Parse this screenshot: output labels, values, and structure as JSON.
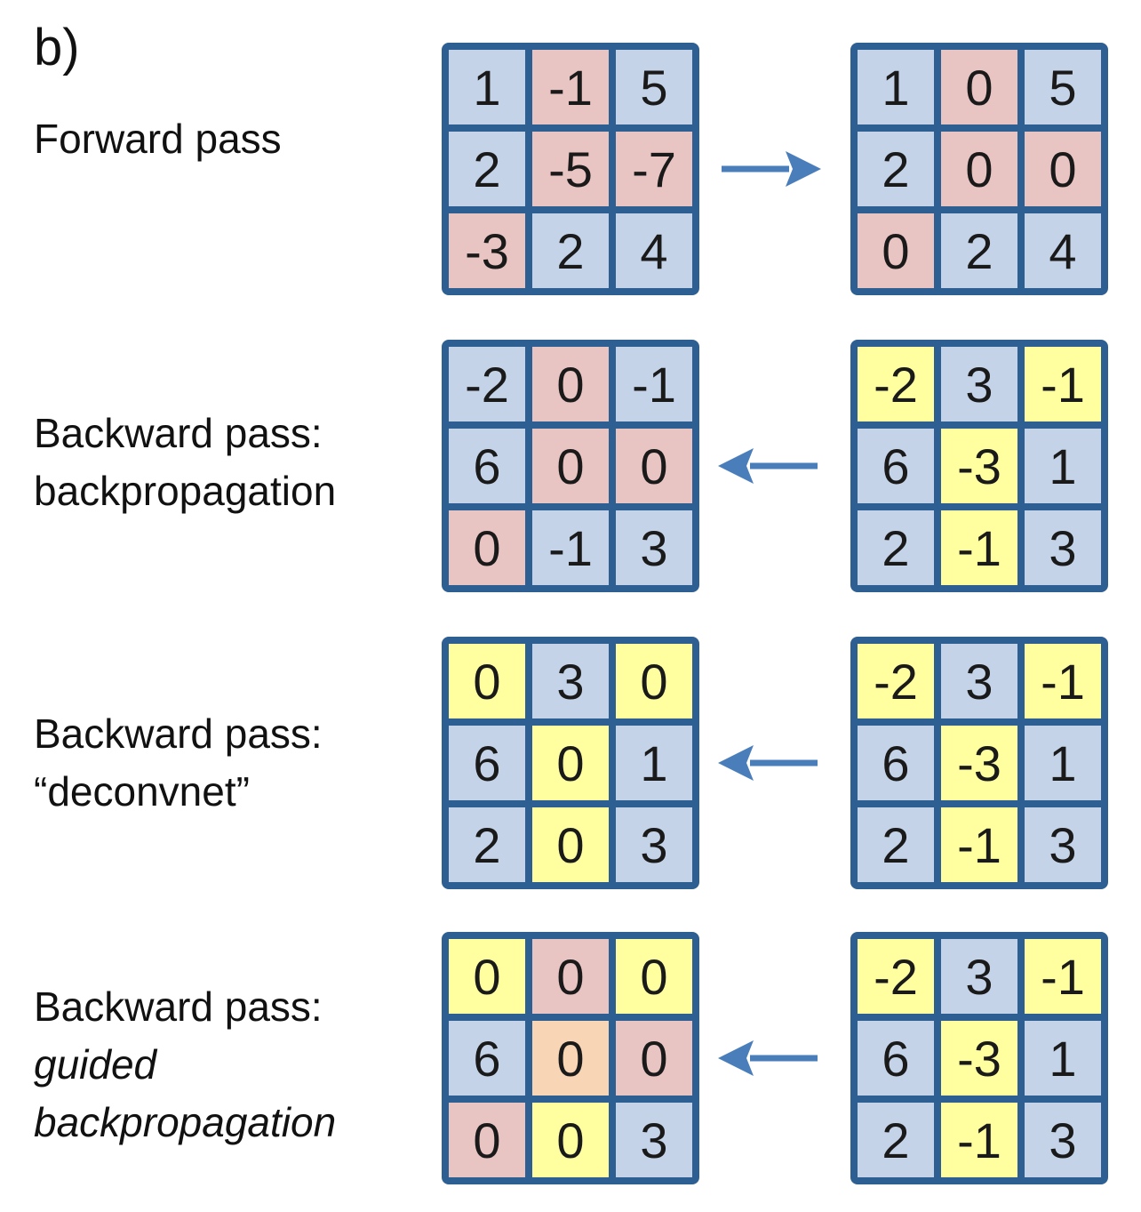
{
  "figure": {
    "panel_label": "b)",
    "colors": {
      "border": "#2e5f92",
      "cell_blue": "#c4d3e8",
      "cell_pink": "#e8c4c2",
      "cell_yellow": "#ffffa0",
      "cell_peach": "#f7d5b5",
      "arrow": "#4a7eba",
      "text": "#1a1a1a"
    },
    "rows": [
      {
        "name": "forward-pass",
        "label_lines": [
          {
            "text": "Forward pass",
            "italic": false
          }
        ],
        "arrow_direction": "right",
        "grids": [
          {
            "side": "left",
            "cells": [
              {
                "v": "1",
                "color": "blue"
              },
              {
                "v": "-1",
                "color": "pink"
              },
              {
                "v": "5",
                "color": "blue"
              },
              {
                "v": "2",
                "color": "blue"
              },
              {
                "v": "-5",
                "color": "pink"
              },
              {
                "v": "-7",
                "color": "pink"
              },
              {
                "v": "-3",
                "color": "pink"
              },
              {
                "v": "2",
                "color": "blue"
              },
              {
                "v": "4",
                "color": "blue"
              }
            ]
          },
          {
            "side": "right",
            "cells": [
              {
                "v": "1",
                "color": "blue"
              },
              {
                "v": "0",
                "color": "pink"
              },
              {
                "v": "5",
                "color": "blue"
              },
              {
                "v": "2",
                "color": "blue"
              },
              {
                "v": "0",
                "color": "pink"
              },
              {
                "v": "0",
                "color": "pink"
              },
              {
                "v": "0",
                "color": "pink"
              },
              {
                "v": "2",
                "color": "blue"
              },
              {
                "v": "4",
                "color": "blue"
              }
            ]
          }
        ]
      },
      {
        "name": "backward-pass-backpropagation",
        "label_lines": [
          {
            "text": "Backward pass:",
            "italic": false
          },
          {
            "text": "backpropagation",
            "italic": false
          }
        ],
        "arrow_direction": "left",
        "grids": [
          {
            "side": "left",
            "cells": [
              {
                "v": "-2",
                "color": "blue"
              },
              {
                "v": "0",
                "color": "pink"
              },
              {
                "v": "-1",
                "color": "blue"
              },
              {
                "v": "6",
                "color": "blue"
              },
              {
                "v": "0",
                "color": "pink"
              },
              {
                "v": "0",
                "color": "pink"
              },
              {
                "v": "0",
                "color": "pink"
              },
              {
                "v": "-1",
                "color": "blue"
              },
              {
                "v": "3",
                "color": "blue"
              }
            ]
          },
          {
            "side": "right",
            "cells": [
              {
                "v": "-2",
                "color": "yellow"
              },
              {
                "v": "3",
                "color": "blue"
              },
              {
                "v": "-1",
                "color": "yellow"
              },
              {
                "v": "6",
                "color": "blue"
              },
              {
                "v": "-3",
                "color": "yellow"
              },
              {
                "v": "1",
                "color": "blue"
              },
              {
                "v": "2",
                "color": "blue"
              },
              {
                "v": "-1",
                "color": "yellow"
              },
              {
                "v": "3",
                "color": "blue"
              }
            ]
          }
        ]
      },
      {
        "name": "backward-pass-deconvnet",
        "label_lines": [
          {
            "text": "Backward pass:",
            "italic": false
          },
          {
            "text": "“deconvnet”",
            "italic": false
          }
        ],
        "arrow_direction": "left",
        "grids": [
          {
            "side": "left",
            "cells": [
              {
                "v": "0",
                "color": "yellow"
              },
              {
                "v": "3",
                "color": "blue"
              },
              {
                "v": "0",
                "color": "yellow"
              },
              {
                "v": "6",
                "color": "blue"
              },
              {
                "v": "0",
                "color": "yellow"
              },
              {
                "v": "1",
                "color": "blue"
              },
              {
                "v": "2",
                "color": "blue"
              },
              {
                "v": "0",
                "color": "yellow"
              },
              {
                "v": "3",
                "color": "blue"
              }
            ]
          },
          {
            "side": "right",
            "cells": [
              {
                "v": "-2",
                "color": "yellow"
              },
              {
                "v": "3",
                "color": "blue"
              },
              {
                "v": "-1",
                "color": "yellow"
              },
              {
                "v": "6",
                "color": "blue"
              },
              {
                "v": "-3",
                "color": "yellow"
              },
              {
                "v": "1",
                "color": "blue"
              },
              {
                "v": "2",
                "color": "blue"
              },
              {
                "v": "-1",
                "color": "yellow"
              },
              {
                "v": "3",
                "color": "blue"
              }
            ]
          }
        ]
      },
      {
        "name": "backward-pass-guided-backpropagation",
        "label_lines": [
          {
            "text": "Backward pass:",
            "italic": false
          },
          {
            "text": "guided",
            "italic": true
          },
          {
            "text": "backpropagation",
            "italic": true
          }
        ],
        "arrow_direction": "left",
        "grids": [
          {
            "side": "left",
            "cells": [
              {
                "v": "0",
                "color": "yellow"
              },
              {
                "v": "0",
                "color": "pink"
              },
              {
                "v": "0",
                "color": "yellow"
              },
              {
                "v": "6",
                "color": "blue"
              },
              {
                "v": "0",
                "color": "peach"
              },
              {
                "v": "0",
                "color": "pink"
              },
              {
                "v": "0",
                "color": "pink"
              },
              {
                "v": "0",
                "color": "yellow"
              },
              {
                "v": "3",
                "color": "blue"
              }
            ]
          },
          {
            "side": "right",
            "cells": [
              {
                "v": "-2",
                "color": "yellow"
              },
              {
                "v": "3",
                "color": "blue"
              },
              {
                "v": "-1",
                "color": "yellow"
              },
              {
                "v": "6",
                "color": "blue"
              },
              {
                "v": "-3",
                "color": "yellow"
              },
              {
                "v": "1",
                "color": "blue"
              },
              {
                "v": "2",
                "color": "blue"
              },
              {
                "v": "-1",
                "color": "yellow"
              },
              {
                "v": "3",
                "color": "blue"
              }
            ]
          }
        ]
      }
    ]
  }
}
